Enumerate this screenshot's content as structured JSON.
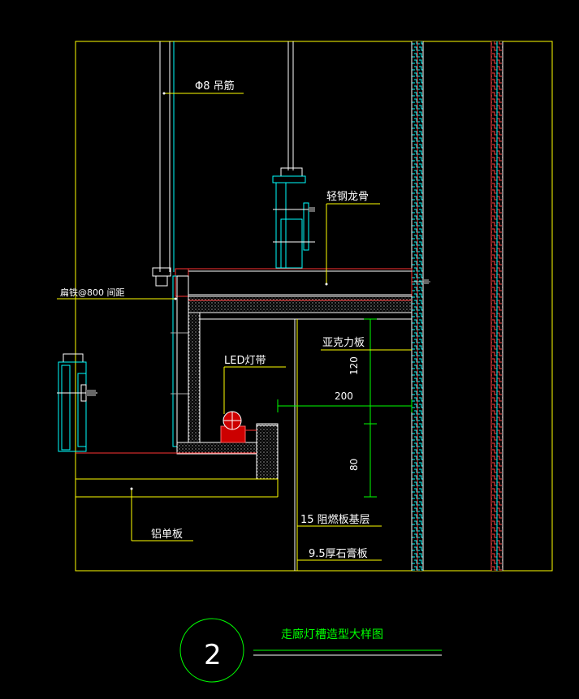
{
  "labels": {
    "hanger_rod": "Φ8 吊筋",
    "light_steel_keel": "轻钢龙骨",
    "flat_iron": "扁铁@800 间距",
    "acrylic_board": "亚克力板",
    "led_strip": "LED灯带",
    "aluminum_panel": "铝单板",
    "fireproof_base": "15 阻燃板基层",
    "gypsum_board": "9.5厚石膏板"
  },
  "dimensions": {
    "d120": "120",
    "d200": "200",
    "d80": "80"
  },
  "title": {
    "number": "2",
    "caption": "走廊灯槽造型大样图"
  },
  "colors": {
    "background": "#000000",
    "frame": "#ffff00",
    "structure": "#00ffff",
    "steel": "#ffffff",
    "red_line": "#ff3333",
    "dimension": "#00ff00",
    "label": "#ffffff",
    "caption": "#00ff00"
  }
}
